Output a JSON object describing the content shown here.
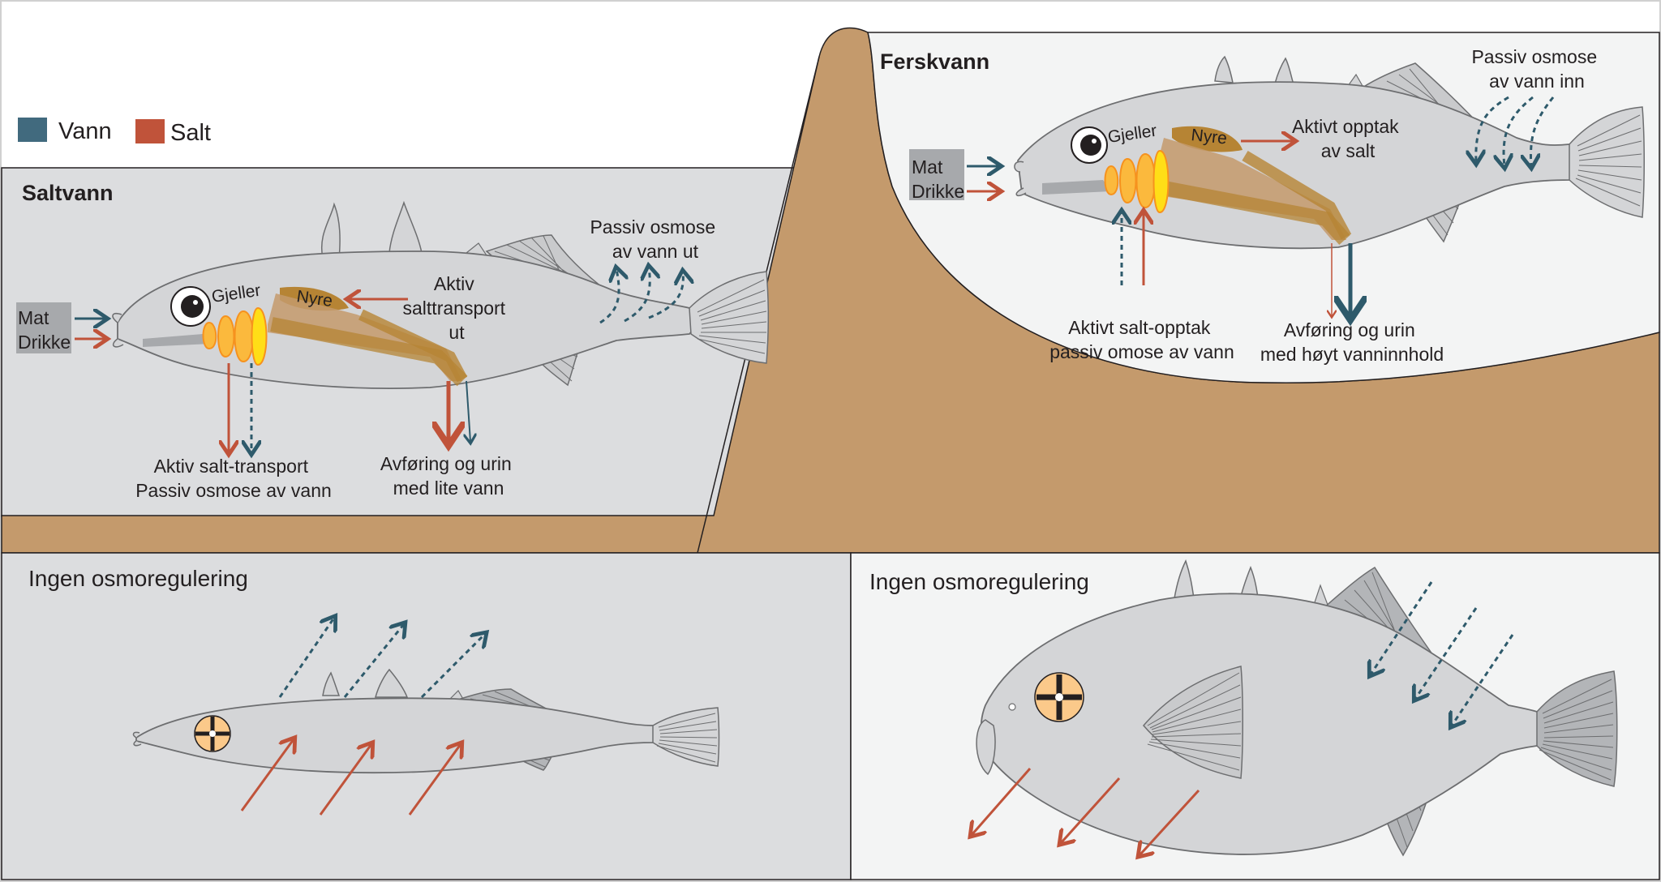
{
  "legend": {
    "water": "Vann",
    "salt": "Salt"
  },
  "colors": {
    "water": "#2e5a6b",
    "salt": "#c0533a",
    "ground": "#c49a6c",
    "panel_salt": "#dcdddf",
    "panel_fresh": "#f3f4f4",
    "fish": "#d4d5d7",
    "kidney": "#b68434",
    "gill": "#fbb93d"
  },
  "saltwater": {
    "title": "Saltvann",
    "food_box": [
      "Mat",
      "Drikke"
    ],
    "gills": "Gjeller",
    "kidney": "Nyre",
    "active_transport": [
      "Aktiv",
      "salttransport",
      "ut"
    ],
    "osmosis": [
      "Passiv osmose",
      "av vann ut"
    ],
    "gill_label": [
      "Aktiv salt-transport",
      "Passiv osmose av vann"
    ],
    "waste_label": [
      "Avføring og urin",
      "med lite vann"
    ]
  },
  "freshwater": {
    "title": "Ferskvann",
    "food_box": [
      "Mat",
      "Drikke"
    ],
    "gills": "Gjeller",
    "kidney": "Nyre",
    "active_uptake": [
      "Aktivt opptak",
      "av salt"
    ],
    "osmosis": [
      "Passiv osmose",
      "av vann inn"
    ],
    "gill_label": [
      "Aktivt salt-opptak",
      "passiv omose av vann"
    ],
    "waste_label": [
      "Avføring og urin",
      "med høyt vanninnhold"
    ]
  },
  "no_regulation_salt": {
    "title": "Ingen osmoregulering"
  },
  "no_regulation_fresh": {
    "title": "Ingen osmoregulering"
  }
}
